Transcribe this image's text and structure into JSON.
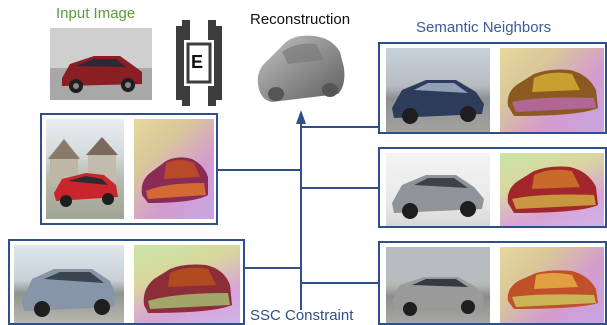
{
  "labels": {
    "input_image": "Input Image",
    "reconstruction": "Reconstruction",
    "semantic_neighbors": "Semantic Neighbors",
    "ssc_constraint": "SSC Constraint",
    "encoder": "E"
  },
  "colors": {
    "input_label": "#5a9a3a",
    "accent_blue": "#2f4f8a",
    "neighbor_label": "#3a5a9a",
    "encoder_dark": "#3d3d3d",
    "mesh_gray": "#8a8a8a"
  },
  "icons": {
    "encoder": "encoder-block-icon",
    "reconstruction": "car-mesh-icon"
  }
}
